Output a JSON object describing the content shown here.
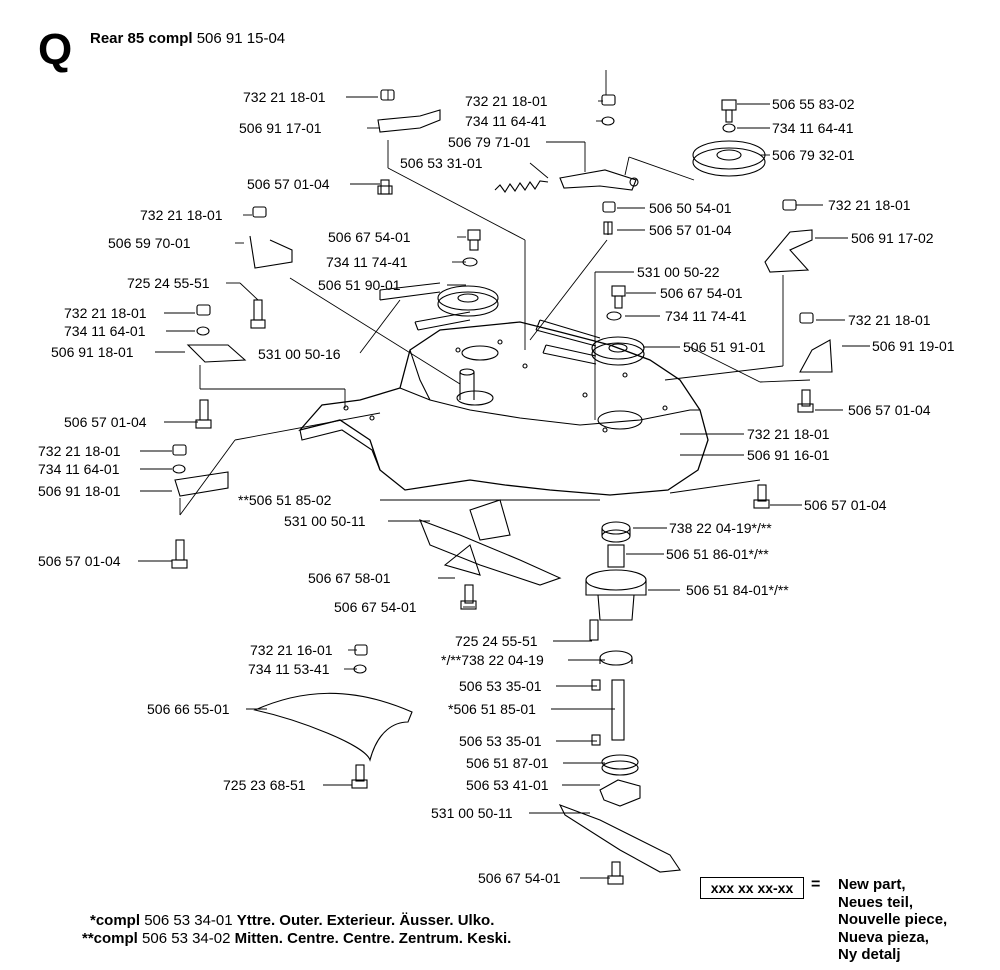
{
  "header": {
    "letter": "Q",
    "title_bold": "Rear 85  compl",
    "title_number": "506 91 15-04"
  },
  "labels": [
    "732 21 18-01",
    "506 91 17-01",
    "506 57 01-04",
    "732 21 18-01",
    "506 59 70-01",
    "725 24 55-51",
    "732 21 18-01",
    "734 11 64-01",
    "506 91 18-01",
    "506 57 01-04",
    "732 21 18-01",
    "734 11 64-01",
    "506 91 18-01",
    "506 57 01-04",
    "506 67 54-01",
    "734 11 74-41",
    "506 51 90-01",
    "531 00 50-16",
    "732 21 18-01",
    "734 11 64-41",
    "506 79 71-01",
    "506 53 31-01",
    "506 50 54-01",
    "506 57 01-04",
    "506 55 83-02",
    "734 11 64-41",
    "506 79 32-01",
    "732 21 18-01",
    "506 91 17-02",
    "531 00 50-22",
    "506 67 54-01",
    "734 11 74-41",
    "506 51 91-01",
    "732 21 18-01",
    "506 91 19-01",
    "506 57 01-04",
    "732 21 18-01",
    "506 91 16-01",
    "506 57 01-04",
    "**506 51 85-02",
    "531 00 50-11",
    "506 67 58-01",
    "506 67 54-01",
    "738 22 04-19*/**",
    "506 51 86-01*/**",
    "506 51 84-01*/**",
    "725 24 55-51",
    "*/**738 22 04-19",
    "506 53 35-01",
    "*506 51 85-01",
    "506 53 35-01",
    "506 51 87-01",
    "506 53 41-01",
    "531 00 50-11",
    "506 67 54-01",
    "732 21 16-01",
    "734 11 53-41",
    "506 66 55-01",
    "725 23 68-51"
  ],
  "legend": {
    "box": "xxx xx xx-xx",
    "eq": "=",
    "lines": [
      "New part,",
      "Neues teil,",
      "Nouvelle piece,",
      "Nueva pieza,",
      "Ny detalj"
    ]
  },
  "footnotes": [
    {
      "key": "*compl",
      "number": "506 53 34-01",
      "desc": "Yttre. Outer. Exterieur. Äusser. Ulko."
    },
    {
      "key": "**compl",
      "number": "506 53 34-02",
      "desc": "Mitten. Centre. Centre. Zentrum. Keski."
    }
  ]
}
